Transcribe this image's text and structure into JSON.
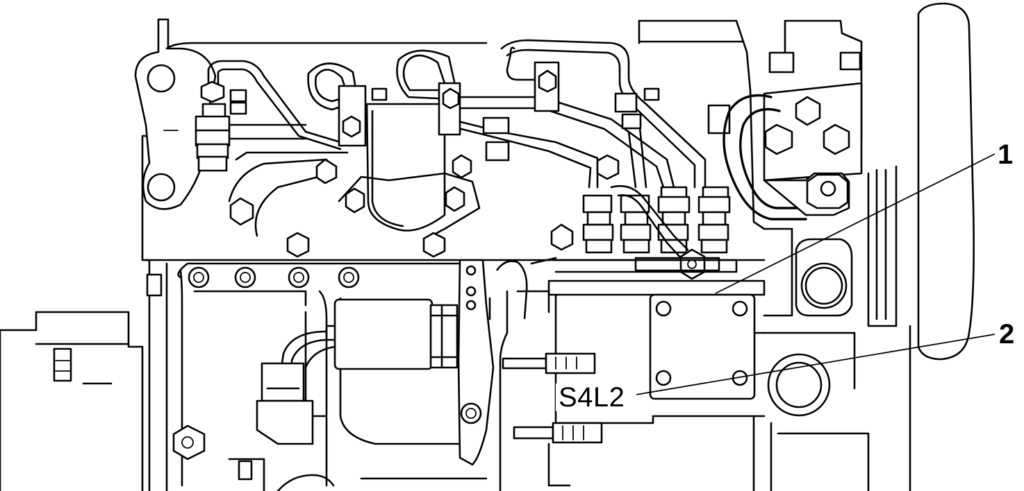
{
  "callouts": {
    "one": "1",
    "two": "2"
  },
  "model_plate": {
    "text": "S4L2"
  }
}
